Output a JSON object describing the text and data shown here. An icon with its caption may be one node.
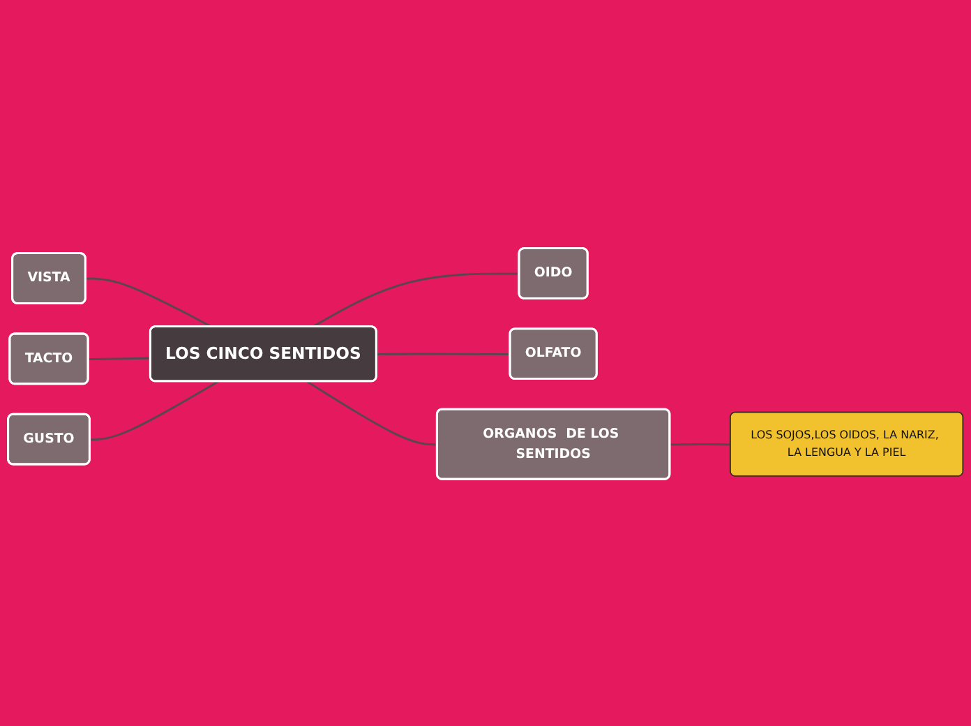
{
  "diagram": {
    "nodes": [
      {
        "text": [
          "LOS CINCO SENTIDOS"
        ]
      },
      {
        "text": [
          "VISTA"
        ]
      },
      {
        "text": [
          "TACTO"
        ]
      },
      {
        "text": [
          "GUSTO"
        ]
      },
      {
        "text": [
          "OIDO"
        ]
      },
      {
        "text": [
          "OLFATO"
        ]
      },
      {
        "text": [
          "ORGANOS  DE LOS SENTIDOS"
        ]
      },
      {
        "text": [
          "LOS SOJOS,LOS OIDOS, LA NARIZ, LA LENGUA Y LA PIEL"
        ]
      }
    ],
    "edges": [
      {
        "from": 1,
        "to": 0,
        "arrow": "none"
      },
      {
        "from": 2,
        "to": 0,
        "arrow": "none"
      },
      {
        "from": 3,
        "to": 0,
        "arrow": "none"
      },
      {
        "from": 0,
        "to": 4,
        "arrow": "none"
      },
      {
        "from": 0,
        "to": 5,
        "arrow": "none"
      },
      {
        "from": 0,
        "to": 6,
        "arrow": "none"
      },
      {
        "from": 6,
        "to": 7,
        "arrow": "none"
      }
    ]
  }
}
